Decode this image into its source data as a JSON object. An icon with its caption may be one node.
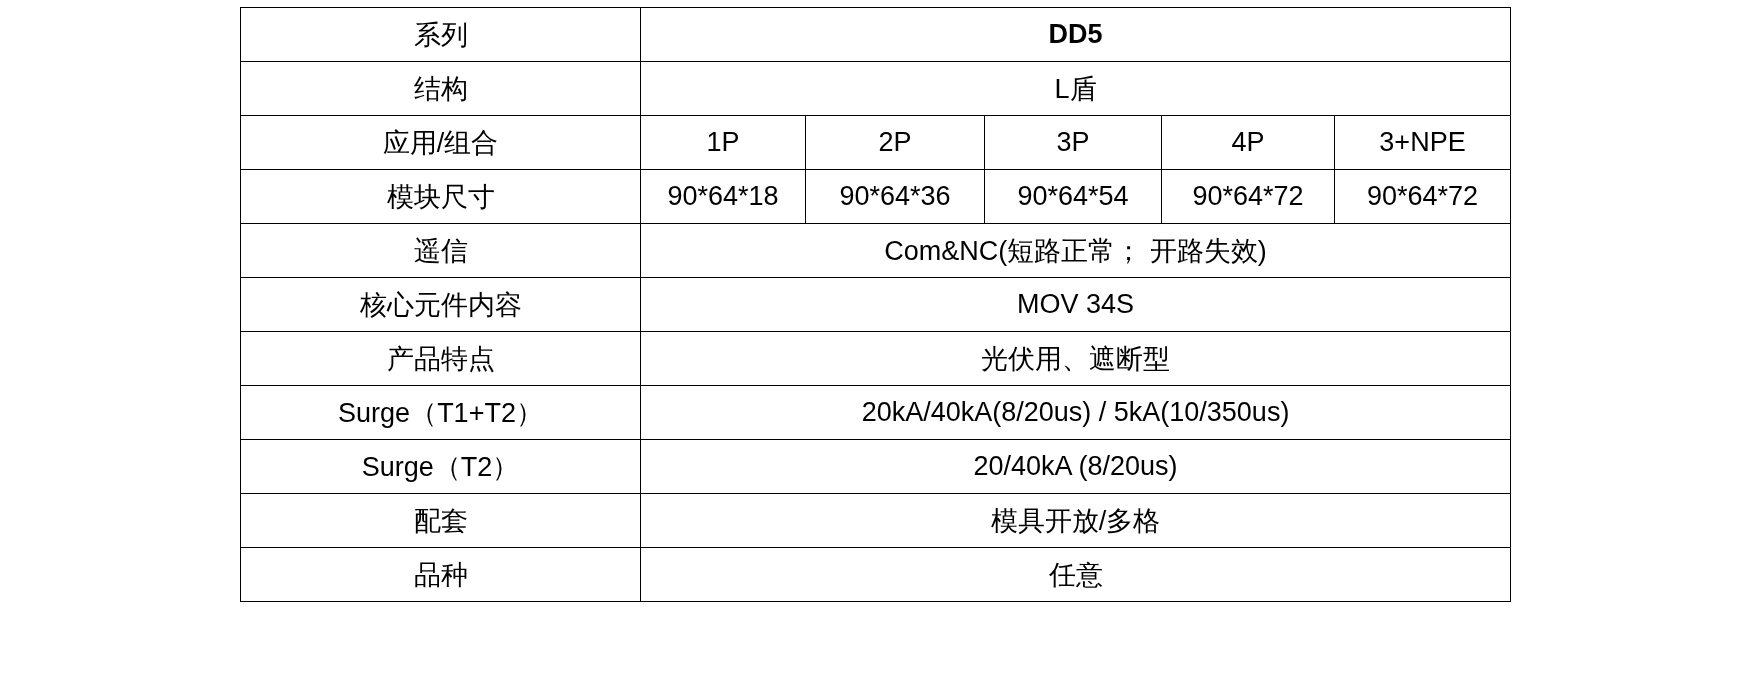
{
  "diagram": {
    "labels": [
      "系列",
      "DD5",
      "结构",
      "L盾",
      "应用/组合",
      "1P",
      "2P",
      "3P",
      "4P",
      "3+NPE",
      "模块尺寸",
      "90*64*18",
      "90*64*36",
      "90*64*54",
      "90*64*72",
      "90*64*72",
      "遥信",
      "Com&NC(短路正常； 开路失效)",
      "核心元件内容",
      "MOV 34S",
      "产品特点",
      "光伏用、遮断型",
      "Surge（T1+T2）",
      "20kA/40kA(8/20us) / 5kA(10/350us)",
      "Surge（T2）",
      "20/40kA (8/20us)",
      "配套",
      "模具开放/多格",
      "品种",
      "任意"
    ]
  }
}
